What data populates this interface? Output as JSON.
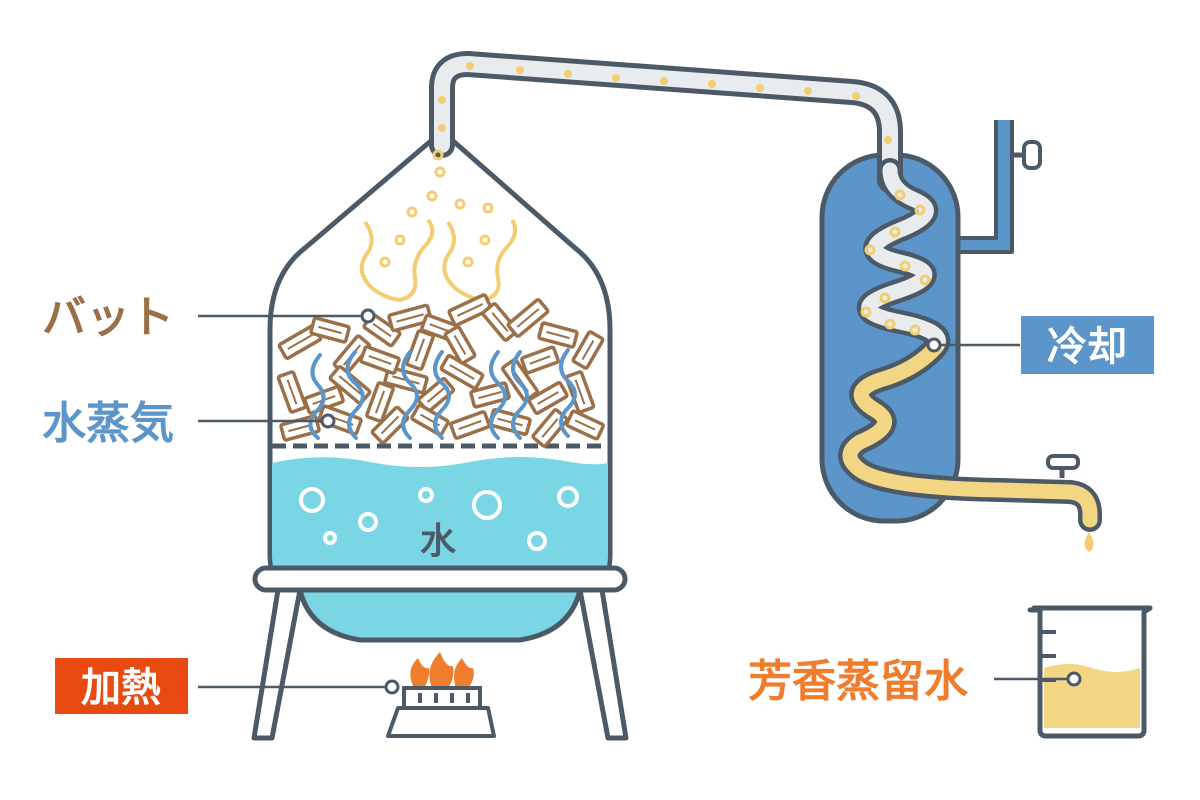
{
  "labels": {
    "vat": "バット",
    "steam": "水蒸気",
    "water": "水",
    "heating": "加熱",
    "cooling": "冷却",
    "hydrosol": "芳香蒸留水"
  },
  "colors": {
    "outline": "#4c5a68",
    "pipe_fill": "#e9ecee",
    "water": "#7ad6e4",
    "bubble": "#ffffff",
    "condenser": "#5b95c9",
    "steam_label": "#5b95c9",
    "vat_label": "#9b7049",
    "wood": "#ffffff",
    "wood_stroke": "#9b7049",
    "vapor": "#f2cd71",
    "liquid": "#f2d684",
    "heating_bg": "#e84a12",
    "cooling_bg": "#5b95c9",
    "hydrosol_label": "#ee7d2e",
    "flame": "#ee7d2e"
  },
  "icons": {
    "burner": "burner-flame-icon",
    "tap": "faucet-icon",
    "beaker": "beaker-icon"
  }
}
